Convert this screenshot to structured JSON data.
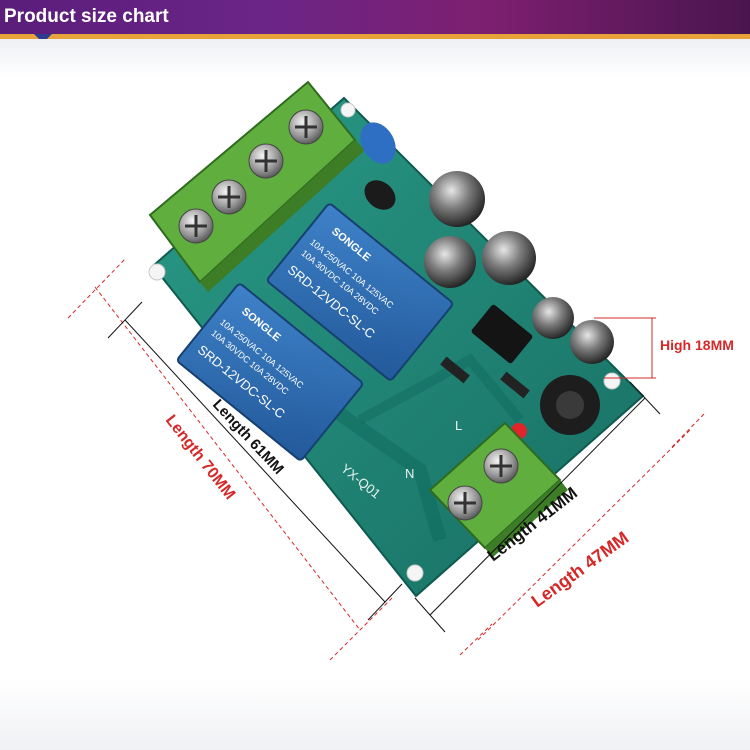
{
  "banner": {
    "title": "Product size chart"
  },
  "dimensions": {
    "high": "High 18MM",
    "length_70": "Length 70MM",
    "length_61": "Length 61MM",
    "length_41": "Length 41MM",
    "length_47": "Length 47MM"
  },
  "board": {
    "relay_top": {
      "brand": "SONGLE",
      "line1": "10A 250VAC  10A 125VAC",
      "line2": "10A  30VDC  10A  28VDC",
      "model": "SRD-12VDC-SL-C"
    },
    "relay_bottom": {
      "brand": "SONGLE",
      "line1": "10A 250VAC  10A 125VAC",
      "line2": "10A  30VDC  10A  28VDC",
      "model": "SRD-12VDC-SL-C"
    },
    "silk_model": "YX-Q01",
    "silk_l": "L",
    "silk_n": "N"
  },
  "colors": {
    "banner": "#6b2587",
    "board": "#1f8a7a",
    "relay": "#2f6fb8",
    "terminal": "#6ab04c",
    "dimension_red": "#d62828",
    "dimension_black": "#111111"
  }
}
